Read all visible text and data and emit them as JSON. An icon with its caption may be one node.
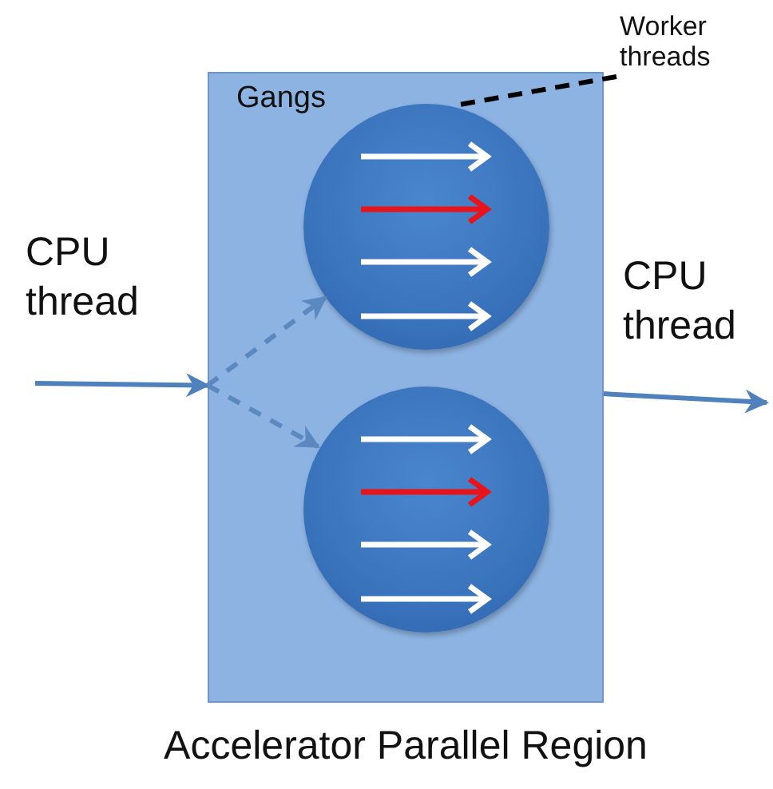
{
  "diagram": {
    "nodes": [
      {
        "text": [
          "Gangs"
        ],
        "beside": [
          "Accelerator Parallel Region"
        ]
      },
      {
        "text": [],
        "shape": "circle",
        "in": 0
      },
      {
        "text": [],
        "shape": "circle",
        "in": 0
      },
      {
        "text": [
          "Worker threads"
        ]
      }
    ],
    "edges": [
      {
        "from": null,
        "to": 0,
        "arrow": "to"
      },
      {
        "from": 0,
        "to": 1,
        "arrow": "to",
        "style": "dashed"
      },
      {
        "from": 0,
        "to": 2,
        "arrow": "to",
        "style": "dashed"
      },
      {
        "from": 0,
        "to": null,
        "arrow": "to"
      },
      {
        "from": 3,
        "to": 1,
        "arrow": "none",
        "style": "dashed",
        "color": "#000000"
      }
    ],
    "labels": [
      "CPU thread",
      "CPU thread"
    ]
  }
}
